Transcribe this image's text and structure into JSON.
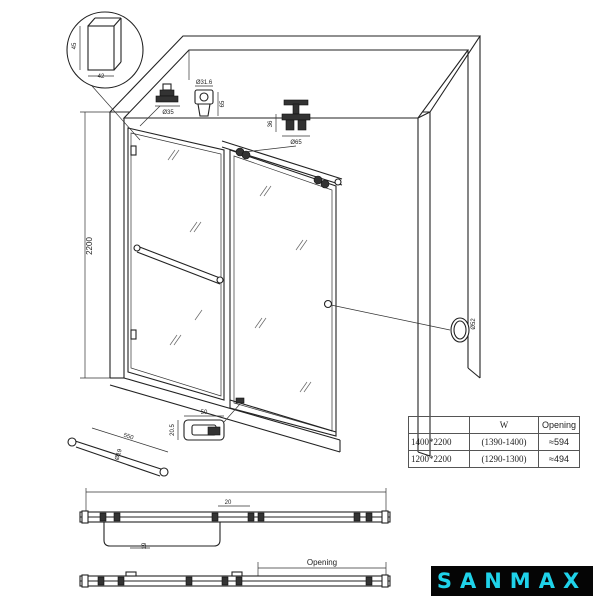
{
  "dimensions": {
    "profile_h": "45",
    "profile_w": "42",
    "roller_dia": "Ø31.6",
    "bracket_dia": "Ø35",
    "bracket_h": "65",
    "wheel_h": "36",
    "wheel_dia": "Ø65",
    "height": "2200",
    "knob_dia": "Ø52",
    "guide_w": "50",
    "guide_h": "20.5",
    "handle_len": "550",
    "handle_dia": "Ø19",
    "top_gap": "20",
    "bar_off": "19",
    "opening_label": "Opening"
  },
  "table": {
    "header": [
      "",
      "W",
      "Opening"
    ],
    "rows": [
      [
        "1400*2200",
        "(1390-1400)",
        "≈594"
      ],
      [
        "1200*2200",
        "(1290-1300)",
        "≈494"
      ]
    ]
  },
  "brand": {
    "name": "SANMAX",
    "color": "#1fd3ea",
    "background": "#050505"
  }
}
